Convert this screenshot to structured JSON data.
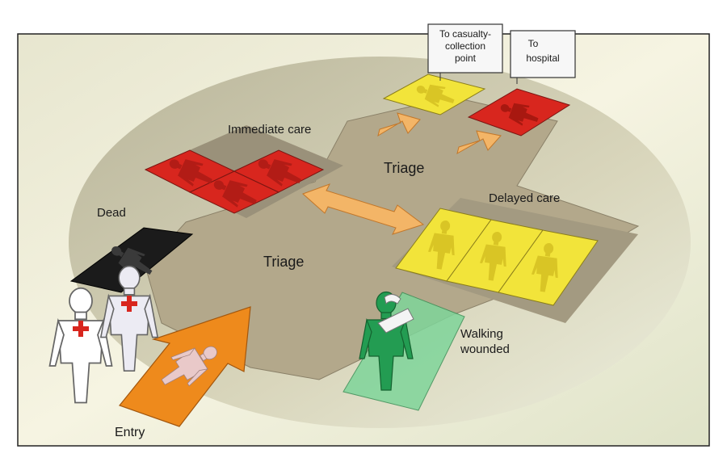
{
  "labels": {
    "immediate_care": "Immediate care",
    "triage_top": "Triage",
    "triage_center": "Triage",
    "delayed_care": "Delayed care",
    "dead": "Dead",
    "walking_wounded_line1": "Walking",
    "walking_wounded_line2": "wounded",
    "entry": "Entry"
  },
  "signs": {
    "casualty_collection": [
      "To casualty-",
      "collection",
      "point"
    ],
    "hospital": [
      "To",
      "hospital"
    ]
  },
  "colors": {
    "background": "#f3f1dc",
    "disc": "#c9c5a7",
    "cross": "#b7a98c",
    "immediate": "#d8261e",
    "delayed": "#f2e43a",
    "dead": "#1b1b1b",
    "walking": "#2aa45a",
    "arrow": "#f3a23c",
    "entry_arrow": "#ee8a1c"
  }
}
